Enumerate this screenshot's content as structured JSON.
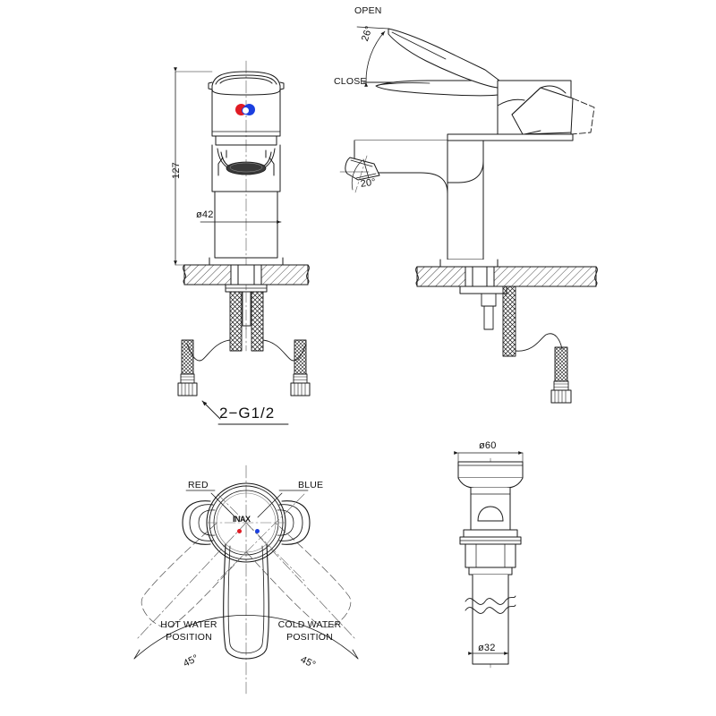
{
  "drawing": {
    "brand_logo": "INAX",
    "background_color": "#ffffff",
    "line_color": "#1a1a1a",
    "red_color": "#e01b24",
    "blue_color": "#1b3fe0",
    "views": [
      {
        "id": "front-elevation",
        "position": "top-left"
      },
      {
        "id": "side-elevation",
        "position": "top-right"
      },
      {
        "id": "top-plan-handle-rotation",
        "position": "bottom-left"
      },
      {
        "id": "drain-assembly",
        "position": "bottom-right"
      }
    ]
  },
  "front_view": {
    "height_dimension": "127",
    "body_diameter": "ø42",
    "supply_thread_note": "2−G1/2"
  },
  "side_view": {
    "open_label": "OPEN",
    "close_label": "CLOSE",
    "lever_angle": "26°",
    "spout_angle": "20°"
  },
  "plan_view": {
    "red_label": "RED",
    "blue_label": "BLUE",
    "hot_position_line1": "HOT WATER",
    "hot_position_line2": "POSITION",
    "cold_position_line1": "COLD WATER",
    "cold_position_line2": "POSITION",
    "hot_angle": "45°",
    "cold_angle": "45°",
    "center_logo": "INAX"
  },
  "drain_view": {
    "flange_diameter": "ø60",
    "tail_diameter": "ø32"
  }
}
